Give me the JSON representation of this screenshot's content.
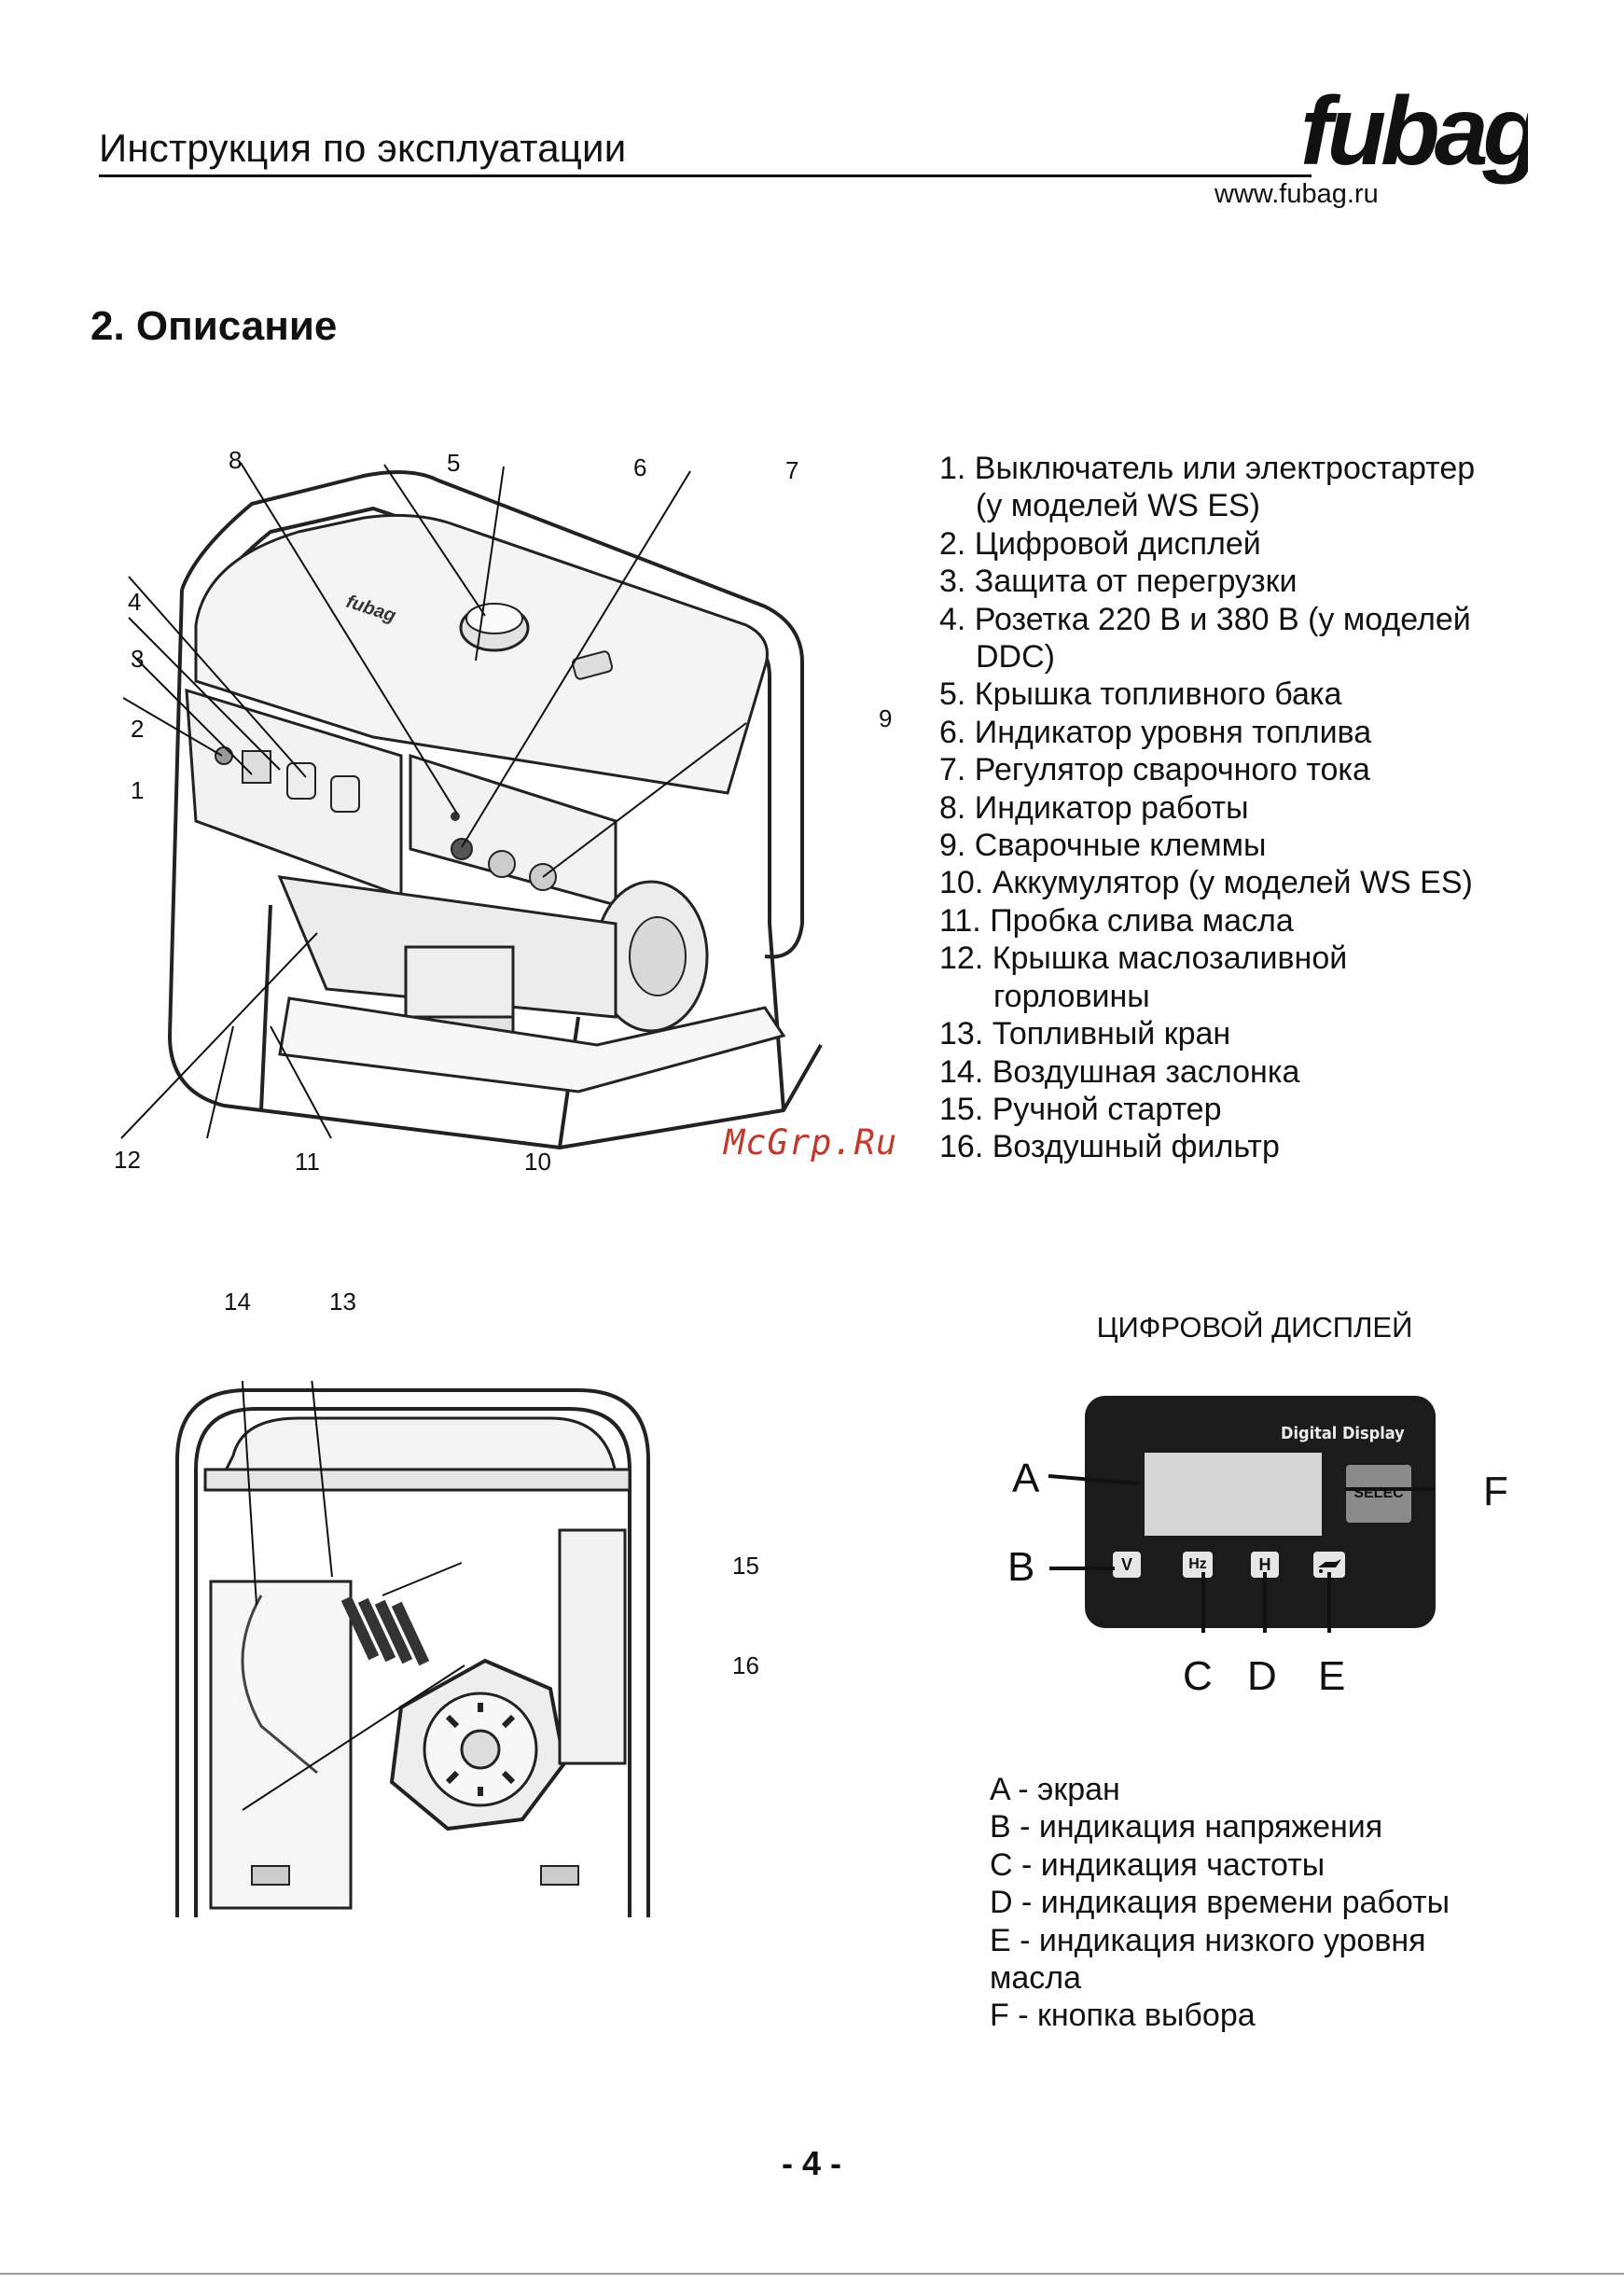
{
  "header": {
    "doc_title": "Инструкция по эксплуатации",
    "logo_text": "fubag",
    "site_url": "www.fubag.ru"
  },
  "section": {
    "heading": "2. Описание"
  },
  "generator_callouts": [
    "1",
    "2",
    "3",
    "4",
    "5",
    "6",
    "7",
    "8",
    "9",
    "10",
    "11",
    "12"
  ],
  "rear_callouts": [
    "13",
    "14",
    "15",
    "16"
  ],
  "parts": [
    {
      "text": "1. Выключатель или электростартер",
      "cont": "(у моделей WS ES)"
    },
    {
      "text": "2. Цифровой дисплей"
    },
    {
      "text": "3. Защита от перегрузки"
    },
    {
      "text": "4. Розетка 220 В и 380 В (у моделей",
      "cont": "DDC)"
    },
    {
      "text": "5. Крышка топливного бака"
    },
    {
      "text": "6. Индикатор уровня топлива"
    },
    {
      "text": "7. Регулятор сварочного тока"
    },
    {
      "text": "8. Индикатор работы"
    },
    {
      "text": "9. Сварочные клеммы"
    },
    {
      "text": "10. Аккумулятор (у моделей WS ES)"
    },
    {
      "text": "11. Пробка слива масла"
    },
    {
      "text": "12. Крышка маслозаливной",
      "cont": "горловины"
    },
    {
      "text": "13. Топливный кран"
    },
    {
      "text": "14. Воздушная заслонка"
    },
    {
      "text": "15. Ручной стартер"
    },
    {
      "text": "16. Воздушный фильтр"
    }
  ],
  "watermark": "McGrp.Ru",
  "display": {
    "title": "ЦИФРОВОЙ ДИСПЛЕЙ",
    "panel_label": "Digital Display",
    "select_label": "SELEC",
    "letters": {
      "a": "A",
      "b": "B",
      "c": "C",
      "d": "D",
      "e": "E",
      "f": "F"
    },
    "icons": {
      "volt": "V",
      "hz": "Hz",
      "hours": "H"
    }
  },
  "legend": [
    "A - экран",
    "B - индикация напряжения",
    "C - индикация частоты",
    "D - индикация времени работы",
    "E - индикация низкого уровня",
    "масла",
    "F - кнопка выбора"
  ],
  "page_number": "- 4 -"
}
